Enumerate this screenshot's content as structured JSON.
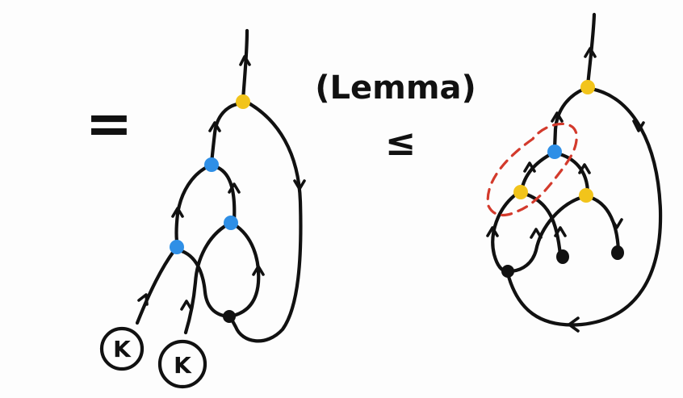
{
  "labels": {
    "equals": "=",
    "lemma": "(Lemma)",
    "leq": "≤",
    "box_left": "K",
    "box_right": "K"
  },
  "colors": {
    "yellow_node": "#f2c41b",
    "blue_node": "#2f8fe6",
    "black_node": "#111111",
    "ink": "#111111",
    "red_dashed": "#d33a2c",
    "background": "#fdfdfd"
  }
}
